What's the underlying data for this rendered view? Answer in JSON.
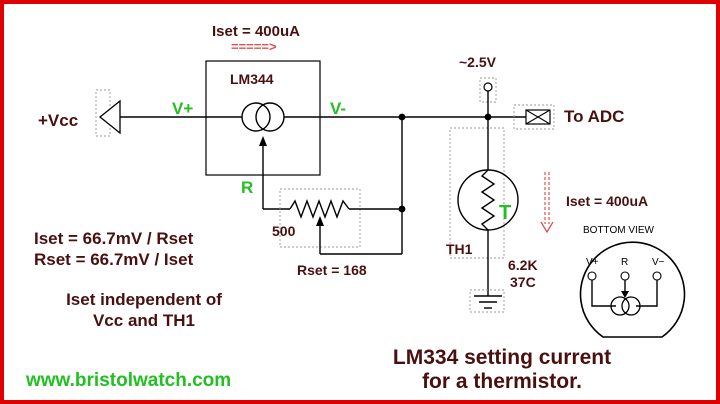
{
  "labels": {
    "iset_top": "Iset = 400uA",
    "iset_top_arrow": "=====>",
    "chip": "LM344",
    "vplus": "V+",
    "vminus": "V-",
    "vcc": "+Vcc",
    "r": "R",
    "pot_value": "500",
    "rset": "Rset = 168",
    "voltage": "~2.5V",
    "to_adc": "To ADC",
    "th1": "TH1",
    "t_mark": "T",
    "iset_right": "Iset = 400uA",
    "res_value": "6.2K",
    "temp": "37C",
    "bottom_view": "BOTTOM VIEW",
    "pin_vplus": "V+",
    "pin_r": "R",
    "pin_vminus": "V−"
  },
  "formulas": {
    "line1": "Iset = 66.7mV / Rset",
    "line2": "Rset = 66.7mV / Iset",
    "note1": "Iset independent of",
    "note2": "Vcc and TH1"
  },
  "caption": {
    "line1": "LM334 setting current",
    "line2": "for a thermistor."
  },
  "website": "www.bristolwatch.com",
  "colors": {
    "border": "#e00000",
    "text": "#4a1010",
    "accent_green": "#22c022",
    "arrow_red": "#e05050"
  }
}
